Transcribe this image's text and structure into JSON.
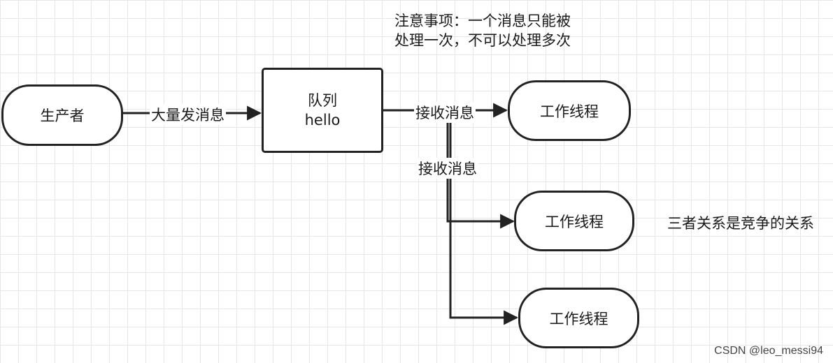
{
  "note": {
    "line1": "注意事项：一个消息只能被",
    "line2": "处理一次，不可以处理多次"
  },
  "nodes": {
    "producer": "生产者",
    "queue_line1": "队列",
    "queue_line2": "hello",
    "worker1": "工作线程",
    "worker2": "工作线程",
    "worker3": "工作线程"
  },
  "edges": {
    "producer_to_queue": "大量发消息",
    "queue_to_worker1": "接收消息",
    "queue_to_worker2": "接收消息"
  },
  "side_note": "三者关系是竞争的关系",
  "watermark": "CSDN @leo_messi94"
}
